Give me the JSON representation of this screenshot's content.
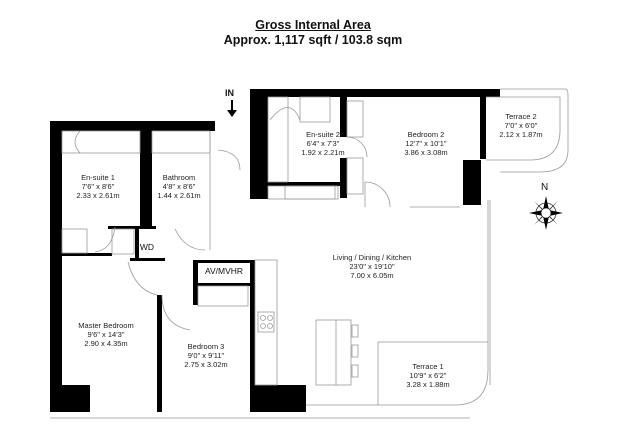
{
  "header": {
    "title": "Gross Internal Area",
    "subtitle": "Approx. 1,117 sqft / 103.8 sqm"
  },
  "entrance": {
    "label": "IN",
    "icon": "arrow-down-icon"
  },
  "compass": {
    "label": "N",
    "icon": "compass-rose-icon"
  },
  "rooms": [
    {
      "name": "En-suite 1",
      "imperial": "7'6\" x 8'6\"",
      "metric": "2.33 x 2.61m"
    },
    {
      "name": "Bathroom",
      "imperial": "4'8\" x 8'6\"",
      "metric": "1.44 x 2.61m"
    },
    {
      "name": "En-suite 2",
      "imperial": "6'4\" x 7'3\"",
      "metric": "1.92 x 2.21m"
    },
    {
      "name": "Bedroom 2",
      "imperial": "12'7\" x 10'1\"",
      "metric": "3.86 x 3.08m"
    },
    {
      "name": "Terrace 2",
      "imperial": "7'0\" x 6'0\"",
      "metric": "2.12 x 1.87m"
    },
    {
      "name": "Living / Dining / Kitchen",
      "imperial": "23'0\" x 19'10\"",
      "metric": "7.00 x 6.05m"
    },
    {
      "name": "Master Bedroom",
      "imperial": "9'6\" x 14'3\"",
      "metric": "2.90 x 4.35m"
    },
    {
      "name": "Bedroom 3",
      "imperial": "9'0\" x 9'11\"",
      "metric": "2.75 x 3.02m"
    },
    {
      "name": "Terrace 1",
      "imperial": "10'9\" x 6'2\"",
      "metric": "3.28 x 1.88m"
    }
  ],
  "small_labels": {
    "wd": "WD",
    "av": "AV/MVHR"
  }
}
